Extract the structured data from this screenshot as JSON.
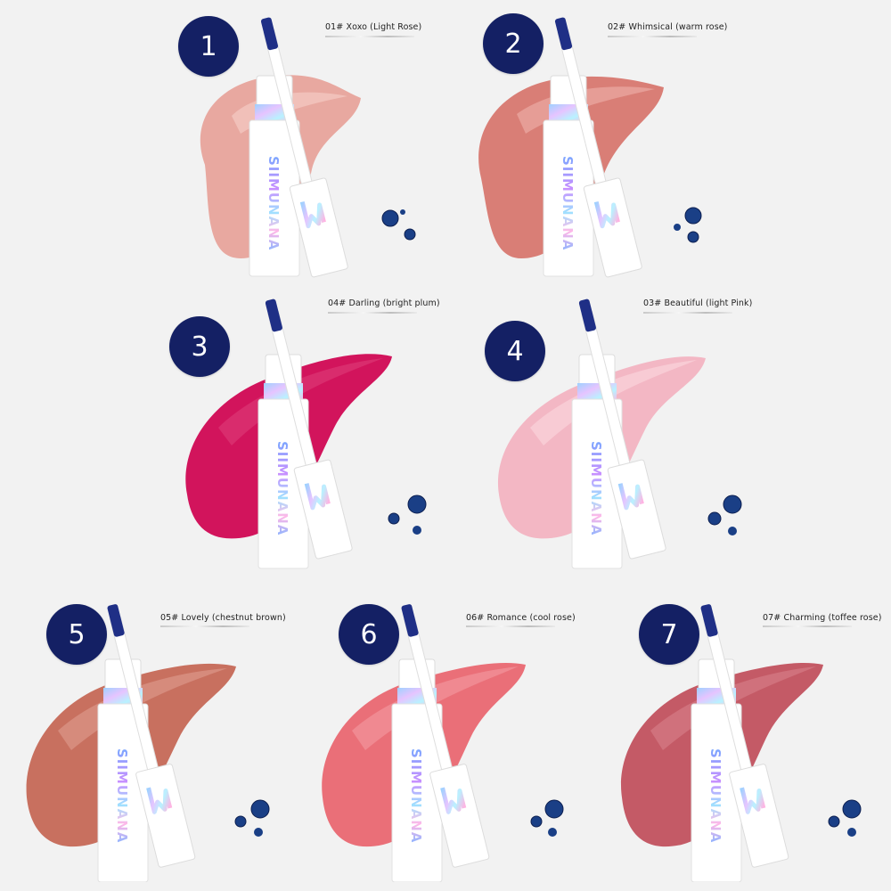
{
  "brand": "SIIMUNANA",
  "colors": {
    "badge": "#142064",
    "background": "#f2f2f2",
    "bead": "#1a3f86"
  },
  "products": [
    {
      "number": "1",
      "shade": "01# Xoxo (Light Rose)",
      "swatch_color": "#e8a8a0",
      "swatch_highlight": "#f6d0c9"
    },
    {
      "number": "2",
      "shade": "02# Whimsical (warm rose)",
      "swatch_color": "#d97e76",
      "swatch_highlight": "#eeb2ab"
    },
    {
      "number": "3",
      "shade": "04# Darling (bright plum)",
      "swatch_color": "#d2145c",
      "swatch_highlight": "#e45086"
    },
    {
      "number": "4",
      "shade": "03# Beautiful (light Pink)",
      "swatch_color": "#f3b7c4",
      "swatch_highlight": "#fbd8e0"
    },
    {
      "number": "5",
      "shade": "05# Lovely (chestnut brown)",
      "swatch_color": "#c8705f",
      "swatch_highlight": "#e4a69a"
    },
    {
      "number": "6",
      "shade": "06# Romance (cool rose)",
      "swatch_color": "#ea6f78",
      "swatch_highlight": "#f6a3aa"
    },
    {
      "number": "7",
      "shade": "07# Charming (toffee rose)",
      "swatch_color": "#c45a66",
      "swatch_highlight": "#e08e97"
    }
  ]
}
